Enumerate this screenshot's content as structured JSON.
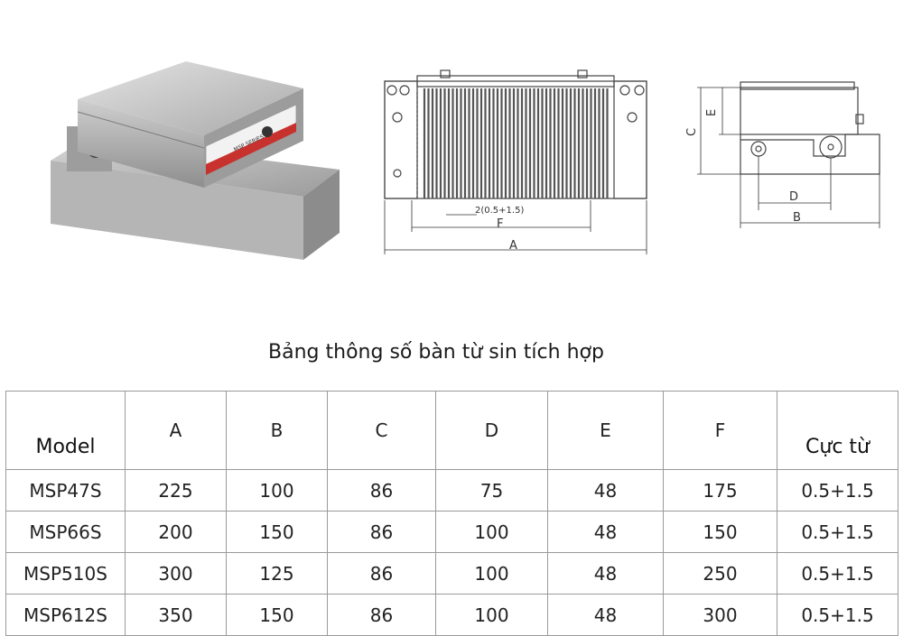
{
  "figure": {
    "chuck_label": "MSP SERIES",
    "front_view": {
      "pitch_label": "2(0.5+1.5)",
      "dim_f": "F",
      "dim_a": "A"
    },
    "side_view": {
      "dim_e": "E",
      "dim_c": "C",
      "dim_d": "D",
      "dim_b": "B"
    }
  },
  "caption": "Bảng thông số bàn từ sin tích hợp",
  "table": {
    "headers": [
      "Model",
      "A",
      "B",
      "C",
      "D",
      "E",
      "F",
      "Cực từ"
    ],
    "rows": [
      [
        "MSP47S",
        "225",
        "100",
        "86",
        "75",
        "48",
        "175",
        "0.5+1.5"
      ],
      [
        "MSP66S",
        "200",
        "150",
        "86",
        "100",
        "48",
        "150",
        "0.5+1.5"
      ],
      [
        "MSP510S",
        "300",
        "125",
        "86",
        "100",
        "48",
        "250",
        "0.5+1.5"
      ],
      [
        "MSP612S",
        "350",
        "150",
        "86",
        "100",
        "48",
        "300",
        "0.5+1.5"
      ]
    ]
  }
}
